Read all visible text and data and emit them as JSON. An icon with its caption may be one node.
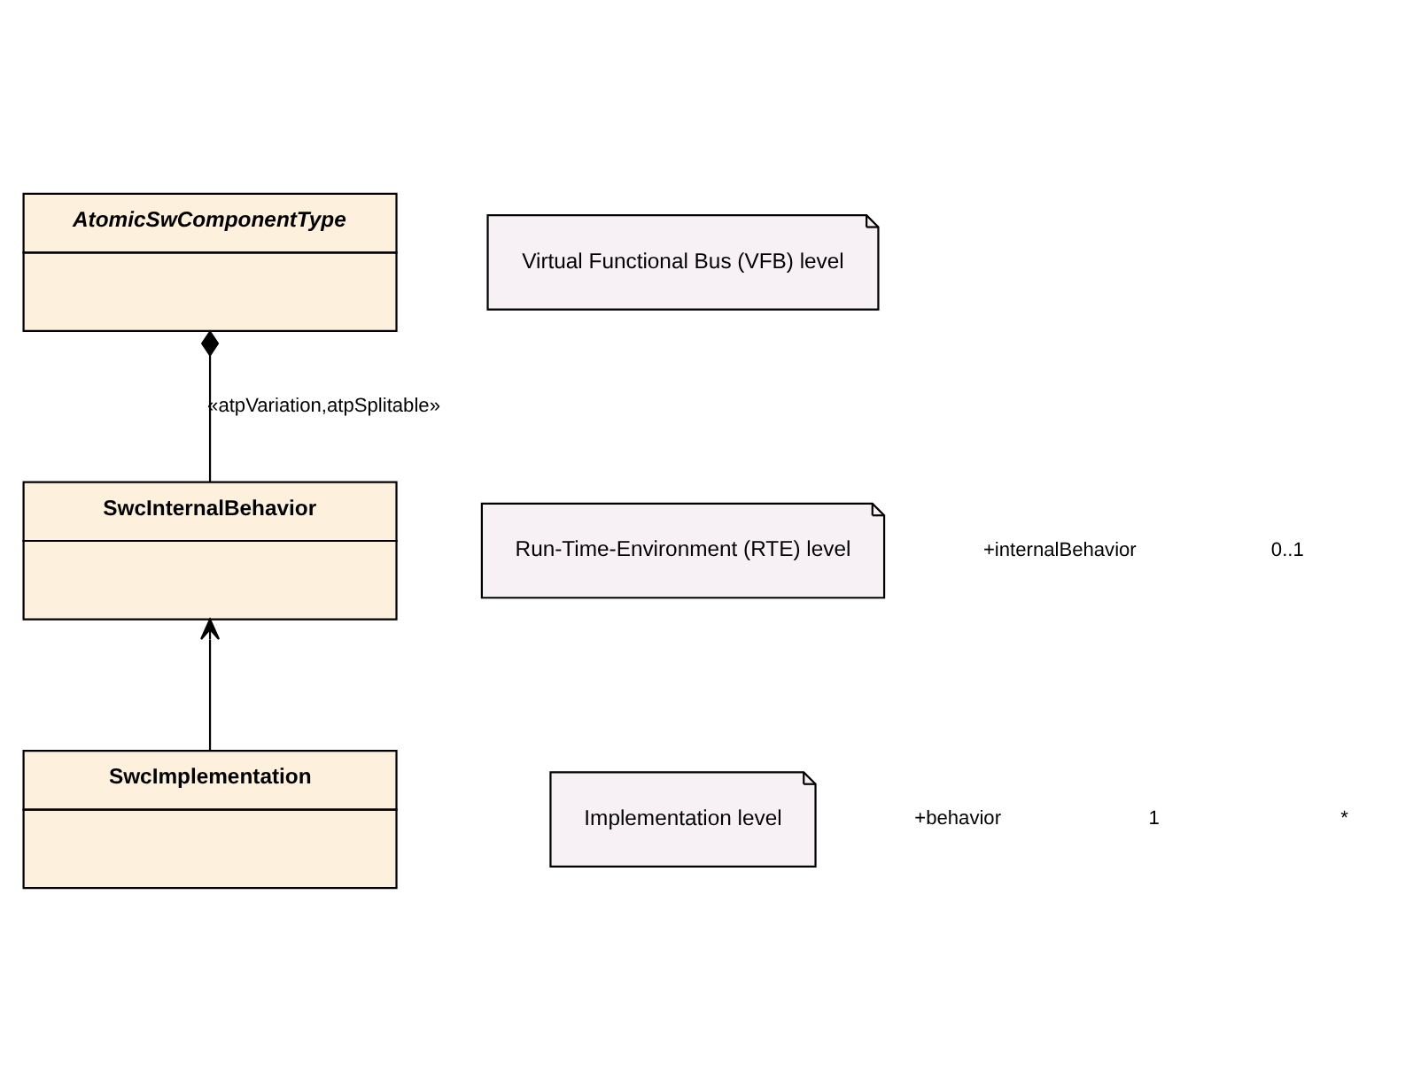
{
  "diagram": {
    "nodes": [
      {
        "text": [
          "AtomicSwComponentType"
        ]
      },
      {
        "text": [
          "Virtual Functional Bus (VFB) level"
        ]
      },
      {
        "text": [
          "SwcInternalBehavior"
        ]
      },
      {
        "text": [
          "Run-Time-Environment (RTE) level"
        ]
      },
      {
        "text": [
          "SwcImplementation"
        ]
      },
      {
        "text": [
          "Implementation level"
        ]
      }
    ],
    "edges": [
      {
        "from": 0,
        "to": 2,
        "arrow": "other",
        "label": "«atpVariation,atpSplitable»"
      },
      {
        "from": 4,
        "to": 2,
        "arrow": "to"
      }
    ],
    "labels": [
      "+internalBehavior",
      "0..1",
      "+behavior",
      "1",
      "*"
    ]
  }
}
